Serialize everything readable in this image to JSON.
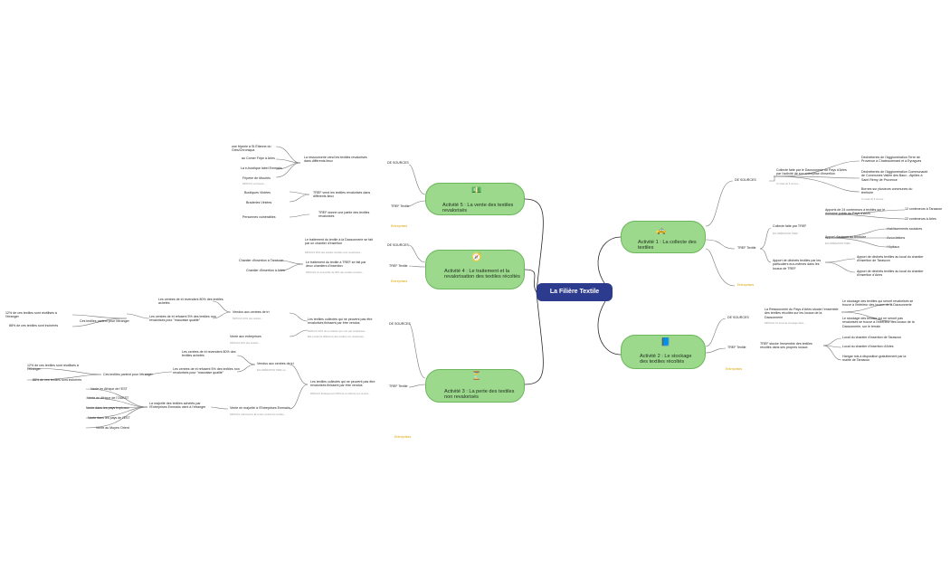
{
  "central": "La Filière Textile",
  "legend_label": "Entreprises",
  "activities": {
    "a1": {
      "title": "Activité 1 : La collecte des textiles",
      "icon": "truck-icon"
    },
    "a2": {
      "title": "Activité 2 : Le stockage des textiles récoltés",
      "icon": "storage-icon"
    },
    "a3": {
      "title": "Activité 3 : La perte des textiles non revalorisés",
      "icon": "hourglass-icon"
    },
    "a4": {
      "title": "Activité 4 : Le traitement et la revalorisation des textiles récoltés",
      "icon": "compass-icon"
    },
    "a5": {
      "title": "Activité 5 : La vente des textiles revalorisés",
      "icon": "money-icon"
    }
  },
  "a1": {
    "src": "DE SOURCES",
    "collecte1": "Collecte faite par le Dacsonnerie du Pays d'Arles par l'activité de son entreprise d'insertion",
    "d1": "Déchetteries de l'Agglomération Terre de Provence à Chateaurenard et à Eyragues",
    "d2": "Déchetteries de l'Agglomération Communauté de Communes Vallée des Baux - Alpilles à Saint Rémy de Provence",
    "d3": "Bornes sur plusieurs communes du territoire",
    "c1note": "Un total de 5 tonnes...",
    "tref": "TREF Textile",
    "collecte2": "Collecte faite par TREF",
    "c2note": "EN OPÉRATION   TREF...",
    "apports": "Apports de 24 conteneurs à textiles sur le domaine public du Pays d'Arles",
    "tar": "12 conteneurs à Tarascon",
    "arl": "22 conteneurs à Arles",
    "acteurs": "Apport d'acteurs du territoire",
    "etab": "établissements scolaires",
    "assoc": "Associations",
    "hop": "Hôpitaux",
    "dechets": "Apport de déchets textiles par les particuliers eux-mêmes dans les locaux de TREF",
    "ch1": "Apport de déchets textiles au local du chantier d'insertion de Tarascon",
    "ch2": "Apport de déchets textiles au local du chantier d'insertion d'Arles"
  },
  "a2": {
    "src": "DE SOURCES",
    "ress": "La Ressourcerie du Pays d'Arles stocke l'ensemble des textiles récoltés sur les locaux de la Dacsonnerie",
    "s1": "Le stockage des textiles qui seront revalorisés se trouve à l'intérieur des locaux de la Dacsonnerie",
    "s2": "Le stockage des textiles qui ne seront pas revalorisés se trouve à l'extérieur des locaux de la Dacsonnerie, sur le terrain",
    "note": "DÉTAILS  Un local de stockage dans...",
    "tref": "TREF Textile",
    "stocke": "TREF stocke l'ensemble des textiles récoltés dans ses propres locaux",
    "l1": "Local du chantier d'insertion de Tarascon",
    "l2": "Local du chantier d'insertion d'Arles",
    "l3": "Hangar mis à disposition gratuitement par la mairie de Tarascon"
  },
  "a5": {
    "src": "DE SOURCES",
    "ress": "La ressourcerie vend les textiles revalorisés dans différents lieux",
    "p1": "une friperie à St Étienne du Grès/Chroniqua",
    "p2": "au Comer Fripe à Arles",
    "p3": "La e-boutique label Emmaüs",
    "p4": "Friperie de Mouriès",
    "note": "DÉTAILS  La friperie...",
    "tref": "TREF Textile",
    "vend": "TREF vend les textiles revalorisés dans différents lieux",
    "b1": "Boutiques Vintées",
    "b2": "Braderies Vintées",
    "donne": "TREF donne une partie des textiles revalorisés",
    "pv": "Personnes vulnérables"
  },
  "a4": {
    "src": "DE SOURCES",
    "trait": "Le traitement du textile à la Dacsonnerie se fait par un chantier d'insertion",
    "note1": "DÉTAILS  30% des textiles récoltés sont revalorisés...",
    "tref": "TREF Textile",
    "trait2": "Le traitement du textile à TREF se fait par deux chantiers d'insertion",
    "ci1": "Chantier d'insertion à Tarascon",
    "ci2": "Chantier d'insertion à Arles",
    "note2": "DÉTAILS  Un ensemble de 30% des textiles récoltés..."
  },
  "a3": {
    "src": "DE SOURCES",
    "nonrev": "Les textiles collectés qui ne peuvent pas être revalorisés finissent par être vendus",
    "note1": "DÉTAILS  30% de la collecte qui n'est pas revalorisée...",
    "note1b": "Elle produit la différence des textiles non revalorisés",
    "vendus": "Vendus aux centres de tri",
    "tri1": "Les centres de tri revendent 80% des textiles achetés",
    "tri2": "Les centres de tri refusent 5% des textiles non revalorisés pour \"mauvaise qualité\"",
    "d1note": "DÉTAILS  20% des textiles...",
    "pays": "Ces textiles partent pour l'étranger",
    "pct1": "12% de ces textiles sont réutilisés à l'étranger",
    "pct2": "88% de ces textiles sont incinérés",
    "vente": "Vente aux entreprises",
    "ventenote": "DÉTAILS  20% des textiles...",
    "tref": "TREF Textile",
    "nonrev2": "Les textiles collectés qui ne peuvent pas être revalorisés finissent par être vendus",
    "note2": "DÉTAILS  Pratiquement 80% de la collecte est vendue...",
    "vendus2": "Vendus aux centres de tri",
    "tri3": "Les centres de tri revendent 80% des textiles achetés",
    "tri4": "Les centres de tri refusent 5% des textiles non revalorisés pour \"mauvaise qualité\"",
    "d2note": "EN OPÉRATION   TREF ne...",
    "pays2": "Ces textiles partent pour l'étranger",
    "pct3": "12% de ces textiles sont réutilisés à l'étranger",
    "pct4": "88% de ces textiles sont incinérés",
    "majorite": "Vente en majorité à l'Entreprises Emmaüs",
    "majnote": "DÉTAILS  L'Entreprise Emmaüs vendra les textiles...",
    "maj2": "La majorité des textiles achetés par l'Entreprises Emmaüs vient à l'étranger",
    "v1": "Vente en Afrique de l'EST",
    "v2": "Vente en Afrique de l'OUEST",
    "v3": "Vente dans les pays tropicaux",
    "v4": "Vente dans les pays de l'EST",
    "v5": "Vente au Moyen Orient"
  }
}
